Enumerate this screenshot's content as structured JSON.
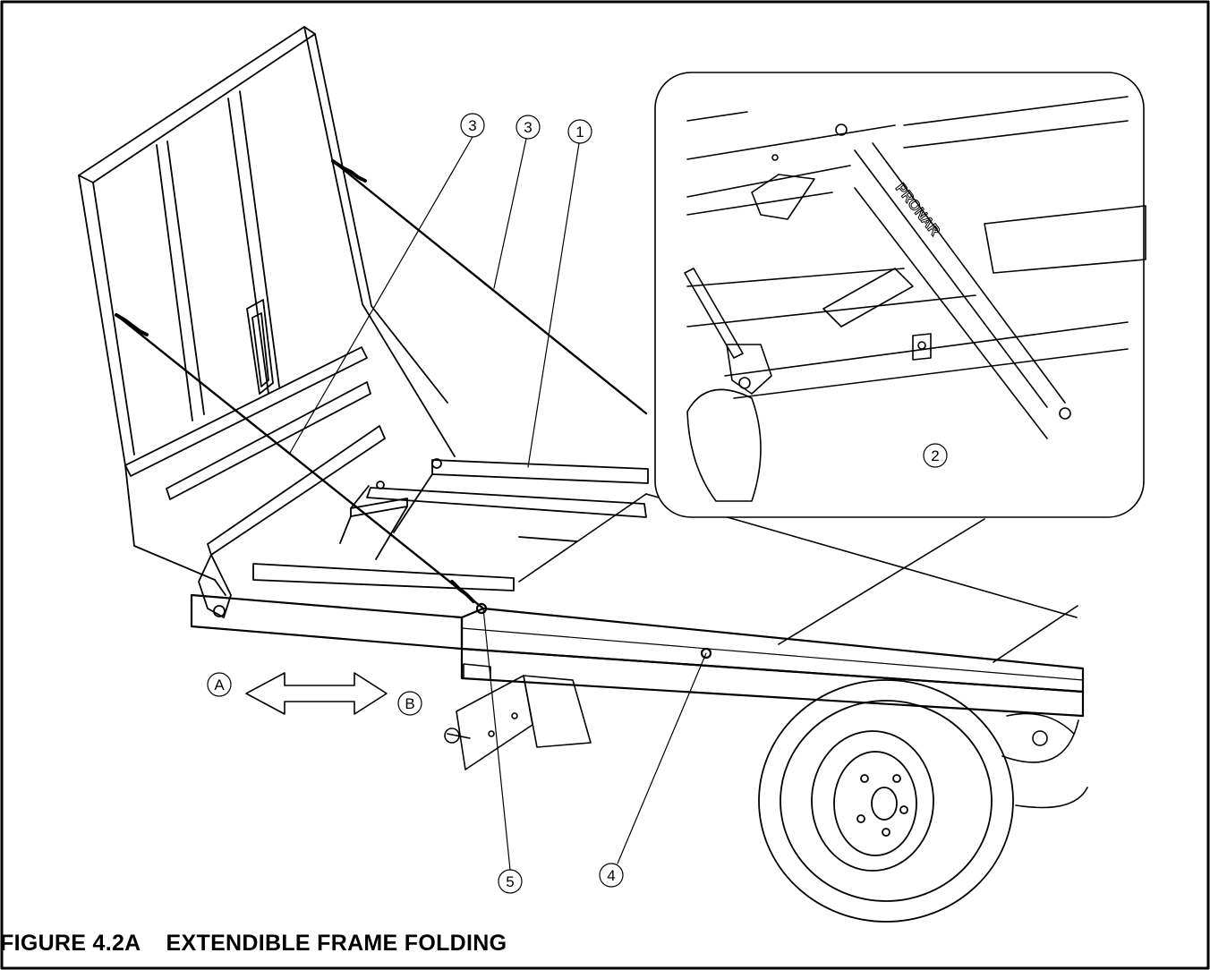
{
  "figure": {
    "caption": "FIGURE 4.2A    EXTENDIBLE FRAME FOLDING"
  },
  "callouts": {
    "c3a": "3",
    "c3b": "3",
    "c1": "1",
    "c2": "2",
    "c5": "5",
    "c4": "4",
    "cA": "A",
    "cB": "B"
  },
  "inset_brand": "PRONAR",
  "colors": {
    "line": "#000000",
    "background": "#ffffff"
  }
}
